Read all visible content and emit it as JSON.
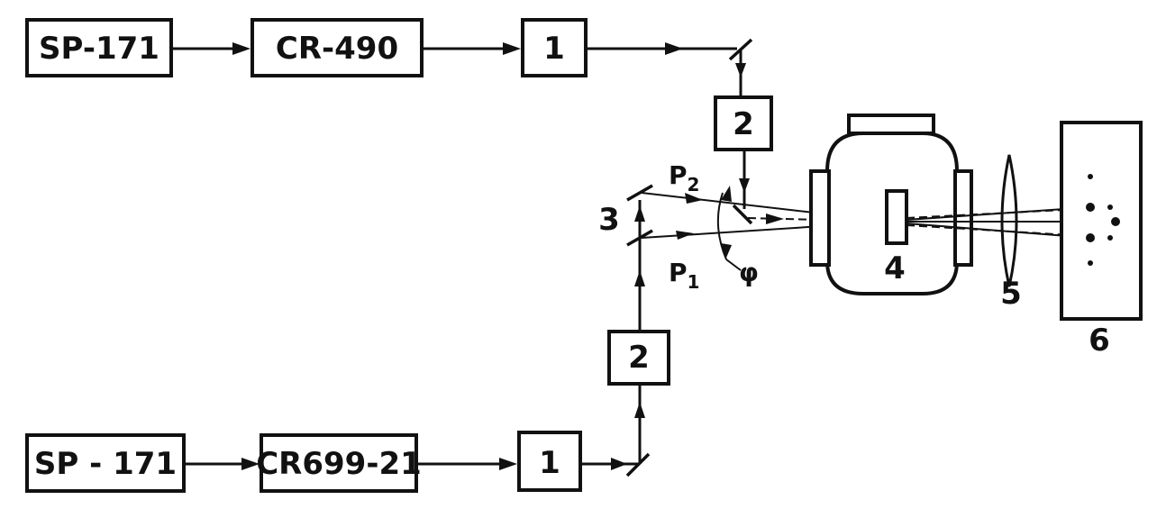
{
  "top_chain": {
    "source_label": "SP-171",
    "laser_label": "CR-490",
    "unit1_label": "1",
    "unit2_label": "2"
  },
  "bottom_chain": {
    "source_label": "SP - 171",
    "laser_label": "CR699-21",
    "unit1_label": "1",
    "unit2_label": "2"
  },
  "beams": {
    "p2_label": "P",
    "p2_sub": "2",
    "p1_label": "P",
    "p1_sub": "1",
    "angle_label": "φ"
  },
  "components": {
    "mirror_label": "3",
    "cell_label": "4",
    "lens_label": "5",
    "screen_label": "6"
  }
}
